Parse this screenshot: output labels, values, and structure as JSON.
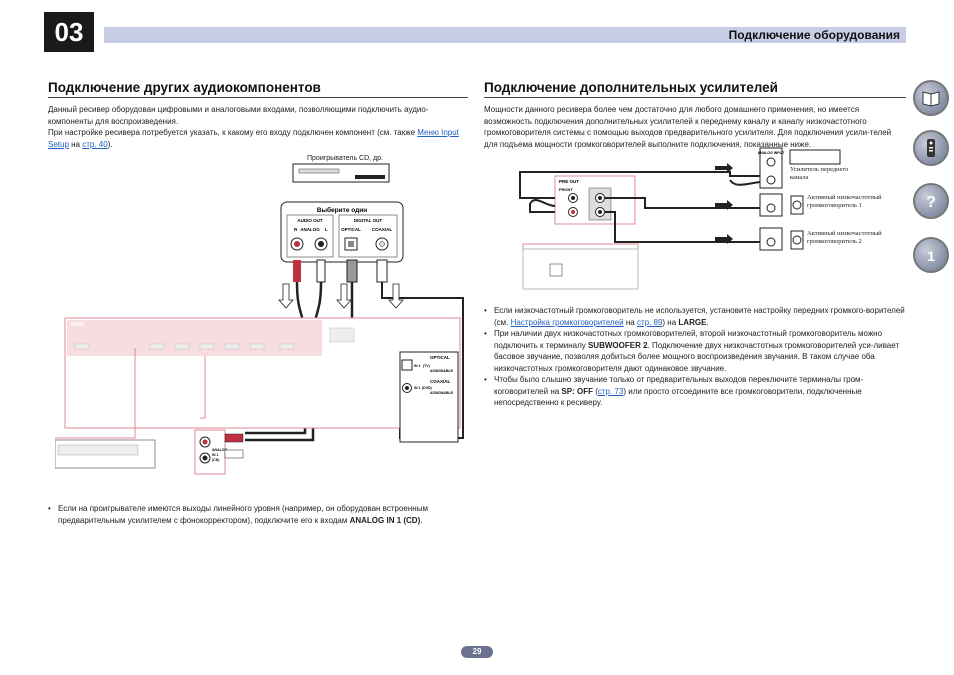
{
  "chapter": "03",
  "header_title": "Подключение оборудования",
  "left": {
    "title": "Подключение других аудиокомпонентов",
    "para1": "Данный ресивер оборудован цифровыми и аналоговыми входами, позволяющими подключить аудио-компоненты для воспроизведения.",
    "para2_a": "При настройке ресивера потребуется указать, к какому его входу подключен компонент (см. также ",
    "para2_link1": "Меню Input Setup",
    "para2_b": " на ",
    "para2_link2": "стр. 40",
    "para2_c": ").",
    "diagram": {
      "cd_label": "Проигрыватель CD, др.",
      "select_one": "Выберите один",
      "audio_out": "AUDIO OUT",
      "digital_out": "DIGITAL OUT",
      "r": "R",
      "analog": "ANALOG",
      "l": "L",
      "optical": "OPTICAL",
      "coaxial": "COAXIAL",
      "hdmi": "HDMI",
      "optical_in": "OPTICAL",
      "in1": "IN 1",
      "tv": "(TV)",
      "assignable": "ASSIGNABLE",
      "coaxial_in": "COAXIAL",
      "in1_dvd": "IN 1",
      "dvd": "(DVD)",
      "analog_in": "ANALOG",
      "in1_cd": "IN 1",
      "cd": "(CD)",
      "assignable2": "ASSIGNABLE"
    },
    "bullet_a": "Если на проигрывателе имеются выходы линейного уровня (например, он оборудован встроенным предварительным усилителем с фонокорректором), подключите его к входам ",
    "bullet_bold": "ANALOG IN 1 (CD)",
    "bullet_b": "."
  },
  "right": {
    "title": "Подключение дополнительных усилителей",
    "para": "Мощности данного ресивера более чем достаточно для любого домашнего применения, но имеется возможность подключения дополнительных усилителей к переднему каналу и каналу низкочастотного громкоговорителя системы с помощью выходов предварительного усилителя. Для подключения усили-телей для подъема мощности громкоговорителей выполните подключения, показанные ниже.",
    "diagram": {
      "pre_out": "PRE OUT",
      "front": "FRONT",
      "amp_front": "Усилитель переднего канала",
      "active_sub1": "Активный низкочастотный громкоговоритель 1",
      "active_sub2": "Активный низкочастотный громкоговоритель 2",
      "analog_input": "ANALOG INPUT"
    },
    "bullet1_a": "Если низкочастотный громкоговоритель не используется, установите настройку передних громкого-ворителей (см. ",
    "bullet1_link1": "Настройка громкоговорителей",
    "bullet1_b": " на ",
    "bullet1_link2": "стр. 89",
    "bullet1_c": ") на ",
    "bullet1_bold": "LARGE",
    "bullet1_d": ".",
    "bullet2_a": "При наличии двух низкочастотных громкоговорителей, второй низкочастотный громкоговоритель можно подключить к терминалу ",
    "bullet2_bold": "SUBWOOFER 2",
    "bullet2_b": ". Подключение двух низкочастотных громкоговорителей уси-ливает басовое звучание, позволяя добиться более мощного воспроизведения звучания. В таком случае оба низкочастотных громкоговорителя дают одинаковое звучание.",
    "bullet3_a": "Чтобы было слышно звучание только от предварительных выходов переключите терминалы гром-коговорителей на ",
    "bullet3_bold": "SP: OFF",
    "bullet3_b": " (",
    "bullet3_link": "стр. 73",
    "bullet3_c": ") или просто отсоедините все громкоговорители, подключенные непосредственно к ресиверу."
  },
  "page_number": "29",
  "side_icons": [
    "book-icon",
    "remote-icon",
    "help-icon",
    "index-icon"
  ]
}
